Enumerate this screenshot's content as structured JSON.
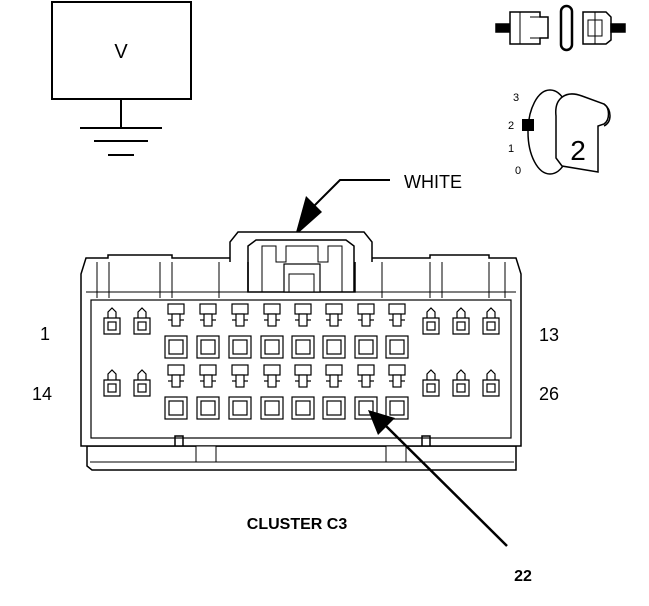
{
  "voltmeter": {
    "symbol": "V"
  },
  "ignition": {
    "positions": [
      "3",
      "2",
      "1",
      "0"
    ],
    "key_position": "2"
  },
  "callout": {
    "wire_color": "WHITE"
  },
  "connector": {
    "name": "CLUSTER C3",
    "pin_labels": {
      "top_left": "1",
      "top_right": "13",
      "bottom_left": "14",
      "bottom_right": "26"
    },
    "highlighted_pin": "22"
  },
  "colors": {
    "line": "#000000",
    "background": "#ffffff"
  }
}
